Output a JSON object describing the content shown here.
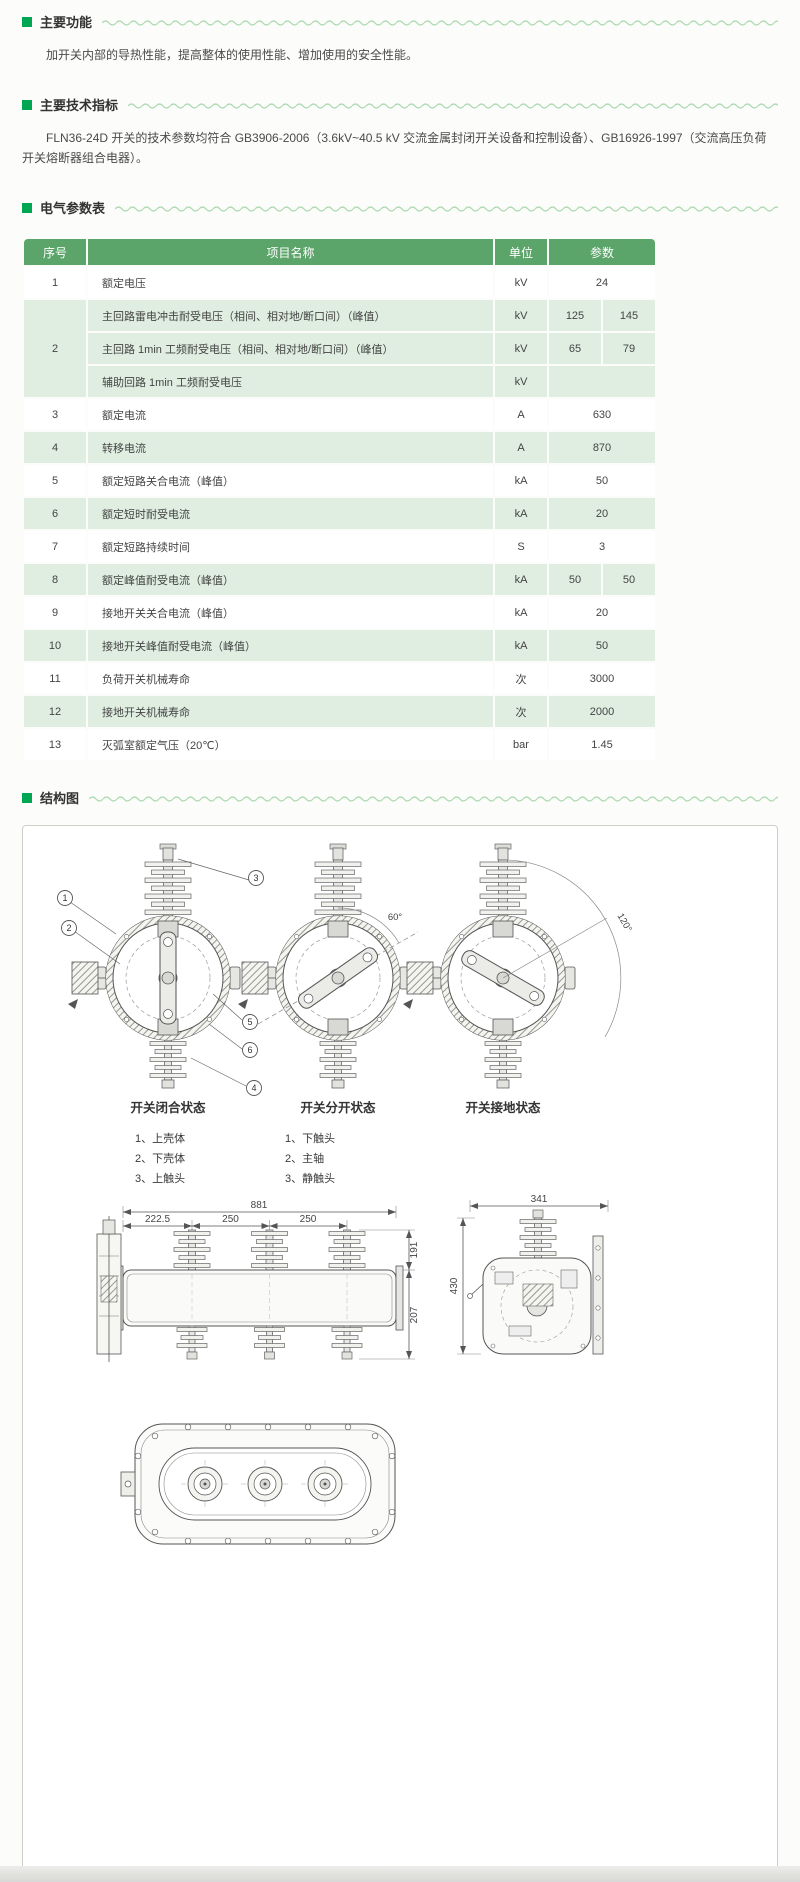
{
  "theme": {
    "accent_green": "#00a651",
    "table_header_green": "#5ba46a",
    "row_green": "#dfeee0",
    "wave_green": "#a8d9ae"
  },
  "sections": {
    "features": {
      "title": "主要功能",
      "body": "加开关内部的导热性能，提高整体的使用性能、增加使用的安全性能。"
    },
    "specs": {
      "title": "主要技术指标",
      "body": "FLN36-24D 开关的技术参数均符合 GB3906-2006（3.6kV~40.5 kV 交流金属封闭开关设备和控制设备）、GB16926-1997（交流高压负荷开关熔断器组合电器）。"
    },
    "parameters": {
      "title": "电气参数表"
    },
    "structure": {
      "title": "结构图"
    }
  },
  "table": {
    "headers": [
      "序号",
      "项目名称",
      "单位",
      "参数"
    ],
    "rows": [
      {
        "no": "1",
        "name": "额定电压",
        "unit": "kV",
        "p": [
          "24"
        ]
      },
      {
        "no": "2",
        "name": "主回路雷电冲击耐受电压（相间、相对地/断口间）（峰值）",
        "unit": "kV",
        "p": [
          "125",
          "145"
        ]
      },
      {
        "no": "",
        "name": "主回路 1min 工频耐受电压（相间、相对地/断口间）（峰值）",
        "unit": "kV",
        "p": [
          "65",
          "79"
        ]
      },
      {
        "no": "",
        "name": "辅助回路 1min 工频耐受电压",
        "unit": "kV",
        "p": [
          ""
        ]
      },
      {
        "no": "3",
        "name": "额定电流",
        "unit": "A",
        "p": [
          "630"
        ]
      },
      {
        "no": "4",
        "name": "转移电流",
        "unit": "A",
        "p": [
          "870"
        ]
      },
      {
        "no": "5",
        "name": "额定短路关合电流（峰值）",
        "unit": "kA",
        "p": [
          "50"
        ]
      },
      {
        "no": "6",
        "name": "额定短时耐受电流",
        "unit": "kA",
        "p": [
          "20"
        ]
      },
      {
        "no": "7",
        "name": "额定短路持续时间",
        "unit": "S",
        "p": [
          "3"
        ]
      },
      {
        "no": "8",
        "name": "额定峰值耐受电流（峰值）",
        "unit": "kA",
        "p": [
          "50",
          "50"
        ]
      },
      {
        "no": "9",
        "name": "接地开关关合电流（峰值）",
        "unit": "kA",
        "p": [
          "20"
        ]
      },
      {
        "no": "10",
        "name": "接地开关峰值耐受电流（峰值）",
        "unit": "kA",
        "p": [
          "50"
        ]
      },
      {
        "no": "11",
        "name": "负荷开关机械寿命",
        "unit": "次",
        "p": [
          "3000"
        ]
      },
      {
        "no": "12",
        "name": "接地开关机械寿命",
        "unit": "次",
        "p": [
          "2000"
        ]
      },
      {
        "no": "13",
        "name": "灭弧室额定气压（20℃）",
        "unit": "bar",
        "p": [
          "1.45"
        ]
      }
    ]
  },
  "diagram": {
    "states": [
      "开关闭合状态",
      "开关分开状态",
      "开关接地状态"
    ],
    "legend_left": [
      "1、上壳体",
      "2、下壳体",
      "3、上触头"
    ],
    "legend_right": [
      "1、下触头",
      "2、主轴",
      "3、静触头"
    ],
    "callouts": [
      "1",
      "2",
      "3",
      "4",
      "5",
      "6"
    ],
    "dims": {
      "total_width": "881",
      "seg1": "222.5",
      "seg2": "250",
      "seg3": "250",
      "h_top": "191",
      "h_bottom": "207",
      "side_width": "341",
      "side_height": "430",
      "angle_open": "60°",
      "angle_ground": "120°"
    }
  }
}
